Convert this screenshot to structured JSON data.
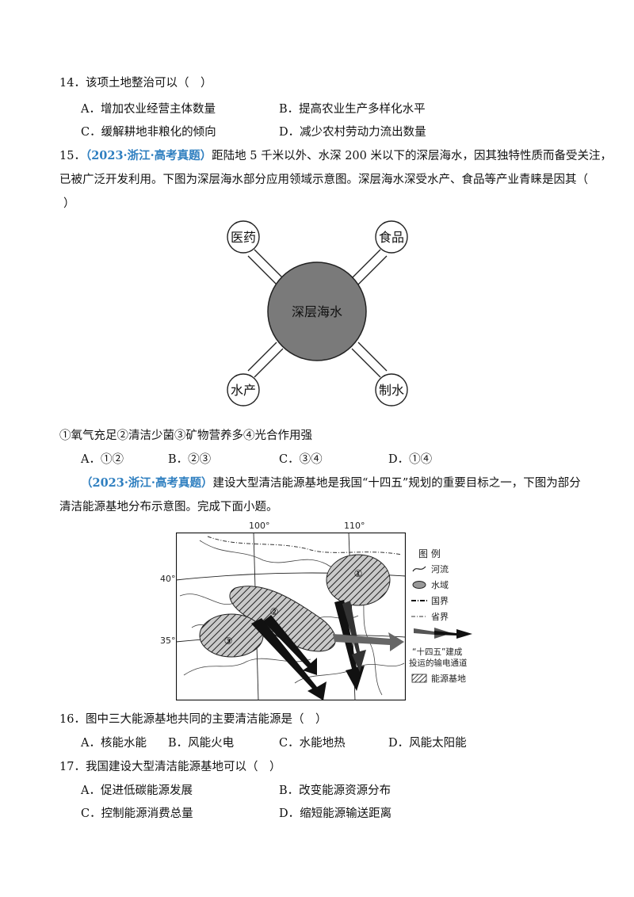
{
  "q14": {
    "stem": "14．该项土地整治可以（　）",
    "opt_a": "A．增加农业经营主体数量",
    "opt_b": "B．提高农业生产多样化水平",
    "opt_c": "C．缓解耕地非粮化的倾向",
    "opt_d": "D．减少农村劳动力流出数量"
  },
  "q15": {
    "num": "15．",
    "source": "（2023·浙江·高考真题）",
    "stem_1": "距陆地 5 千米以外、水深 200 米以下的深层海水，因其独特性质而备受关注，",
    "stem_2": "已被广泛开发利用。下图为深层海水部分应用领域示意图。深层海水深受水产、食品等产业青睐是因其（",
    "stem_3": "）",
    "statements": "①氧气充足②清洁少菌③矿物营养多④光合作用强",
    "opt_a": "A．①②",
    "opt_b": "B．②③",
    "opt_c": "C．③④",
    "opt_d": "D．①④"
  },
  "diagram": {
    "center": "深层海水",
    "top_left": "医药",
    "top_right": "食品",
    "bottom_left": "水产",
    "bottom_right": "制水"
  },
  "intro": {
    "source": "（2023·浙江·高考真题）",
    "text_1": "建设大型清洁能源基地是我国“十四五”规划的重要目标之一，下图为部分",
    "text_2": "清洁能源基地分布示意图。完成下面小题。"
  },
  "map": {
    "lon_100": "100°",
    "lon_110": "110°",
    "lat_40": "40°",
    "lat_35": "35°",
    "base_1": "①",
    "base_2": "②",
    "base_3": "③",
    "legend_title": "图 例",
    "legend_river": "河流",
    "legend_water": "水域",
    "legend_border": "国界",
    "legend_province": "省界",
    "legend_channel_1": "“十四五”建成",
    "legend_channel_2": "投运的输电通道",
    "legend_base": "能源基地"
  },
  "q16": {
    "stem": "16．图中三大能源基地共同的主要清洁能源是（　）",
    "opt_a": "A．核能水能",
    "opt_b": "B．风能火电",
    "opt_c": "C．水能地热",
    "opt_d": "D．风能太阳能"
  },
  "q17": {
    "stem": "17．我国建设大型清洁能源基地可以（　）",
    "opt_a": "A．促进低碳能源发展",
    "opt_b": "B．改变能源资源分布",
    "opt_c": "C．控制能源消费总量",
    "opt_d": "D．缩短能源输送距离"
  }
}
